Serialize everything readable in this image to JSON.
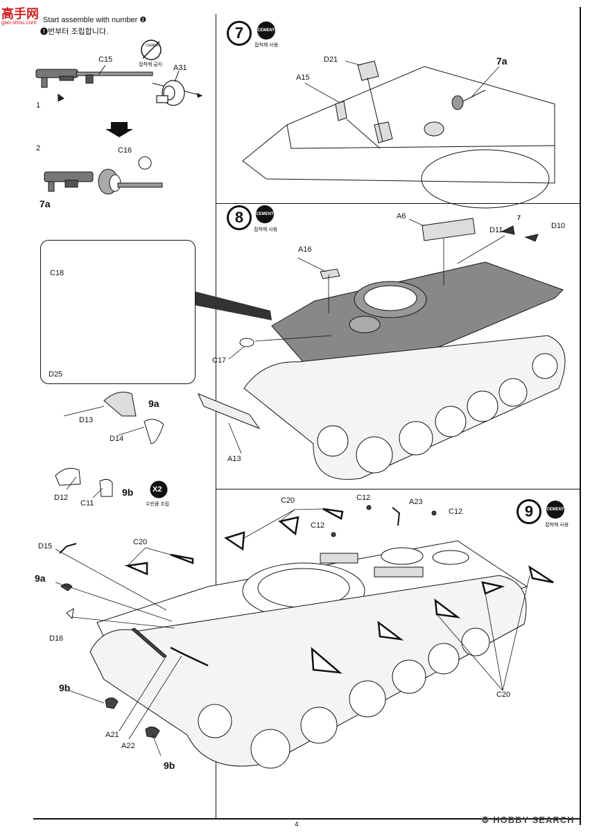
{
  "watermark": {
    "logo_text": "高手网",
    "site": "gao-shou.com"
  },
  "header": {
    "instruction_en": "Start assemble with number ❶",
    "instruction_ko": "❶번부터 조립합니다."
  },
  "substep_7a": {
    "num1": "1",
    "num2": "2",
    "cement_forbidden": "접착제 금지",
    "cement_word": "CEMENT",
    "parts": {
      "c15": "C15",
      "a31": "A31",
      "c16": "C16"
    },
    "result_label": "7a"
  },
  "step7": {
    "number": "7",
    "cement_word": "CEMENT",
    "cement_caption": "접착제 사용",
    "parts": {
      "d21": "D21",
      "a15": "A15",
      "sub": "7a"
    }
  },
  "step8": {
    "number": "8",
    "cement_word": "CEMENT",
    "cement_caption": "접착제 사용",
    "parts": {
      "a6": "A6",
      "d11": "D11",
      "d10": "D10",
      "a16": "A16",
      "c17": "C17",
      "a13": "A13",
      "marker": "7"
    }
  },
  "inset": {
    "parts": {
      "c18": "C18",
      "d25": "D25"
    }
  },
  "substep_9a": {
    "label": "9a",
    "parts": {
      "d13": "D13",
      "d14": "D14"
    }
  },
  "substep_9b": {
    "label": "9b",
    "parts": {
      "d12": "D12",
      "c11": "C11"
    },
    "x2": "X2",
    "x2_caption": "수만큼 조립"
  },
  "step9": {
    "number": "9",
    "cement_word": "CEMENT",
    "cement_caption": "접착제 사용",
    "parts": {
      "c20a": "C20",
      "c20b": "C20",
      "c20c": "C20",
      "c12a": "C12",
      "c12b": "C12",
      "c12c": "C12",
      "a23": "A23",
      "d15": "D15",
      "sub9a": "9a",
      "d16": "D16",
      "sub9b_a": "9b",
      "sub9b_b": "9b",
      "a21": "A21",
      "a22": "A22"
    }
  },
  "footer": {
    "page": "4",
    "source": "HOBBY SEARCH",
    "source_icon": "gear-icon"
  }
}
